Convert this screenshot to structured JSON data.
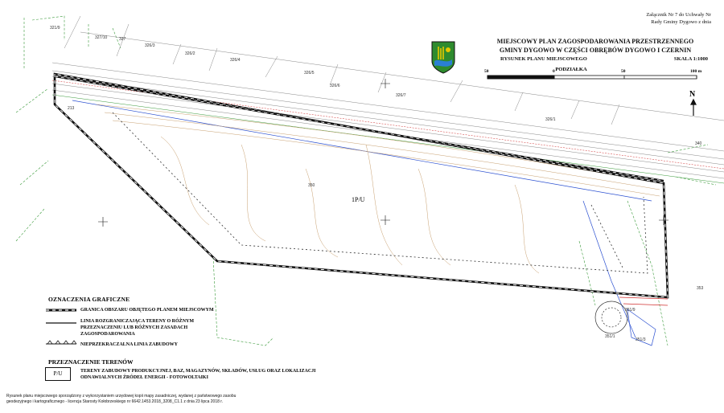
{
  "annex": {
    "line1": "Załącznik Nr 7 do Uchwały Nr",
    "line2": "Rady Gminy Dygowo z dnia"
  },
  "title": {
    "line1": "MIEJSCOWY PLAN ZAGOSPODAROWANIA PRZESTRZENNEGO",
    "line2": "GMINY DYGOWO W CZĘŚCI OBRĘBÓW DYGOWO I CZERNIN"
  },
  "drawing": {
    "name": "RYSUNEK PLANU MIEJSCOWEGO",
    "scale": "SKALA 1:1000",
    "scale_bar_title": "PODZIAŁKA",
    "scale_ticks": [
      "50",
      "0",
      "50",
      "100 m"
    ]
  },
  "north": "N",
  "map": {
    "zone_label": "1P/U",
    "parcels": [
      "321/9",
      "327/10",
      "327",
      "326/3",
      "326/2",
      "326/4",
      "326/5",
      "326/6",
      "326/7",
      "326/1",
      "213",
      "350",
      "340",
      "353",
      "351/9",
      "351/1",
      "351/3"
    ]
  },
  "legend": {
    "heading": "OZNACZENIA GRAFICZNE",
    "items": [
      "GRANICA OBSZARU OBJĘTEGO PLANEM MIEJSCOWYM",
      "LINIA ROZGRANICZAJĄCA TERENY O RÓŻNYM PRZEZNACZENIU LUB RÓŻNYCH ZASADACH ZAGOSPODAROWANIA",
      "NIEPRZEKRACZALNA LINIA ZABUDOWY"
    ]
  },
  "zoning": {
    "heading": "PRZEZNACZENIE TERENÓW",
    "symbol": "P/U",
    "description": "TERENY ZABUDOWY PRODUKCYJNEJ, BAZ, MAGAZYNÓW, SKŁADÓW, USŁUG ORAZ LOKALIZACJI ODNAWIALNYCH ŹRÓDEŁ ENERGII - FOTOWOLTAIKI"
  },
  "footnote": {
    "line1": "Rysunek planu  miejscowego sporządzony z wykorzystaniem urzędowej kopii mapy zasadniczej, wydanej z państwowego zasobu",
    "line2": "geodezyjnego i kartograficznego  - licencja Starosty Kołobrzeskiego nr 6642.1453.2018_3208_C1.1 z dnia 23 lipca 2018 r."
  },
  "colors": {
    "boundary": "#111111",
    "road": "#888888",
    "contour": "#c8a070",
    "vegetation": "#3a9a3a",
    "water": "#2a4fd0",
    "utility": "#d03030",
    "emblem_green": "#2e8b2e",
    "emblem_yellow": "#e6c800",
    "emblem_blue": "#2a7fd4"
  }
}
